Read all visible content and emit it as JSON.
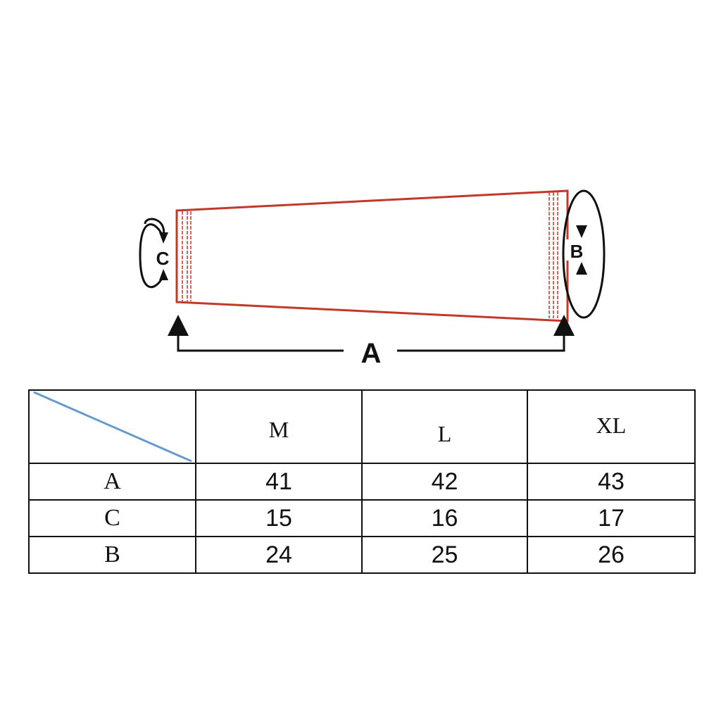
{
  "diagram": {
    "labels": {
      "length": "A",
      "top_circumference": "B",
      "bottom_circumference": "C"
    },
    "colors": {
      "outline": "#c0392b",
      "arrows": "#111111"
    }
  },
  "size_table": {
    "columns": [
      "M",
      "L",
      "XL"
    ],
    "rows": [
      {
        "label": "A",
        "values": [
          "41",
          "42",
          "43"
        ]
      },
      {
        "label": "C",
        "values": [
          "15",
          "16",
          "17"
        ]
      },
      {
        "label": "B",
        "values": [
          "24",
          "25",
          "26"
        ]
      }
    ],
    "colors": {
      "corner_diagonal": "#6699cc"
    }
  }
}
